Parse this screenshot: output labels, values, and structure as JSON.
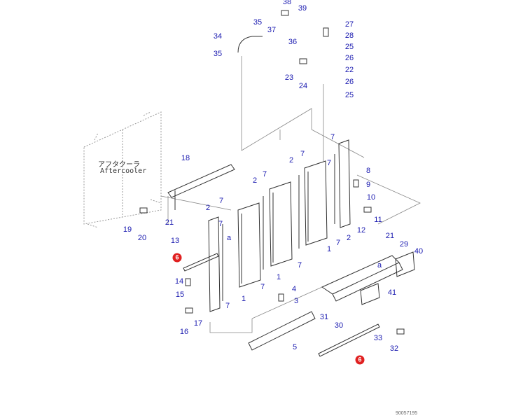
{
  "diagram": {
    "aftercooler_label_jp": "アフタクーラ",
    "aftercooler_label_en": "Aftercooler",
    "reference_number": "90057195",
    "callouts": [
      "38",
      "39",
      "35",
      "34",
      "37",
      "36",
      "35",
      "27",
      "28",
      "25",
      "26",
      "22",
      "26",
      "25",
      "23",
      "24",
      "18",
      "7",
      "7",
      "2",
      "7",
      "2",
      "8",
      "9",
      "10",
      "11",
      "12",
      "7",
      "2",
      "19",
      "20",
      "21",
      "1",
      "7",
      "2",
      "a",
      "13",
      "14",
      "15",
      "7",
      "1",
      "7",
      "1",
      "7",
      "4",
      "3",
      "21",
      "29",
      "40",
      "a",
      "41",
      "31",
      "30",
      "16",
      "17",
      "5",
      "33",
      "32",
      "7",
      "7"
    ],
    "highlight_callouts": [
      "6",
      "6"
    ],
    "highlight_color": "#e02020",
    "label_color": "#1a1ab0"
  }
}
